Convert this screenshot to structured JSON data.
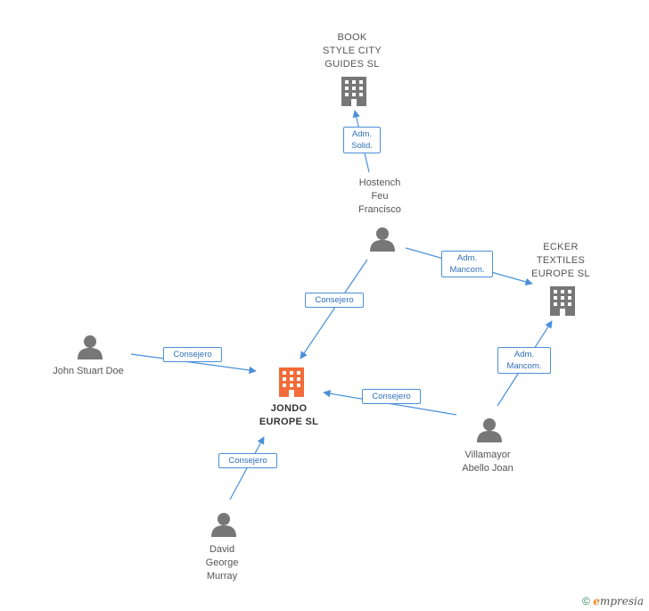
{
  "nodes": {
    "book_style": {
      "label": "BOOK\nSTYLE CITY\nGUIDES  SL",
      "type": "company"
    },
    "hostench": {
      "label": "Hostench\nFeu\nFrancisco",
      "type": "person"
    },
    "ecker": {
      "label": "ECKER\nTEXTILES\nEUROPE  SL",
      "type": "company"
    },
    "john": {
      "label": "John Stuart Doe",
      "type": "person"
    },
    "jondo": {
      "label": "JONDO\nEUROPE  SL",
      "type": "company-main"
    },
    "villamayor": {
      "label": "Villamayor\nAbello Joan",
      "type": "person"
    },
    "david": {
      "label": "David\nGeorge\nMurray",
      "type": "person"
    }
  },
  "edges": {
    "hostench_book": {
      "label": "Adm.\nSolid."
    },
    "hostench_ecker": {
      "label": "Adm.\nMancom."
    },
    "hostench_jondo": {
      "label": "Consejero"
    },
    "john_jondo": {
      "label": "Consejero"
    },
    "villamayor_jondo": {
      "label": "Consejero"
    },
    "villamayor_ecker": {
      "label": "Adm.\nMancom."
    },
    "david_jondo": {
      "label": "Consejero"
    }
  },
  "colors": {
    "edge": "#4a90d9",
    "icon_gray": "#777777",
    "icon_main": "#f26b38"
  },
  "icons": {
    "company": "building-icon",
    "person": "person-icon"
  },
  "footer": {
    "symbol": "©",
    "brand_initial": "e",
    "brand_rest": "mpresia"
  }
}
